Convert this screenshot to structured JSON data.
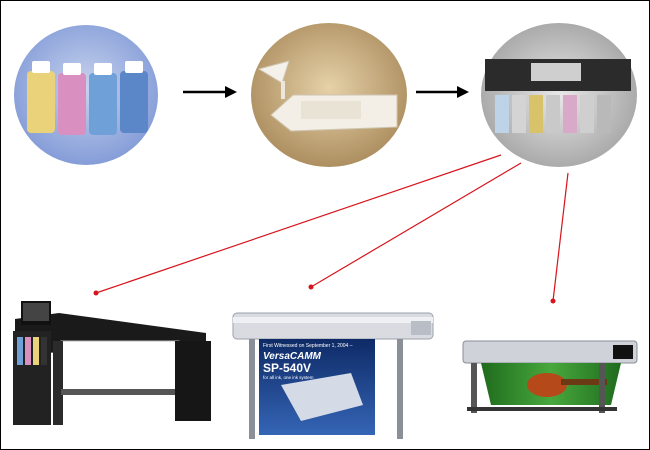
{
  "colors": {
    "connector_red": "#d8131b",
    "arrow_black": "#000000",
    "ink_yellow": "#e9d27a",
    "ink_magenta": "#d98fc0",
    "ink_cyan": "#6fa0d8",
    "ink_blue": "#5b86c8",
    "poster_blue": "#1c3f86",
    "banner_green": "#2f8a2a"
  },
  "poster": {
    "line1": "First Witnessed on September 1, 2004 –",
    "brand": "VersaCAMM",
    "model": "SP-540V",
    "line3": "for all ink, one ink system"
  },
  "icons": [
    "ink-bottles-image",
    "cartridge-funnel-image",
    "printer-cartridge-slots-image",
    "sublimation-printer-image",
    "roland-printer-image",
    "wide-format-printer-image"
  ]
}
